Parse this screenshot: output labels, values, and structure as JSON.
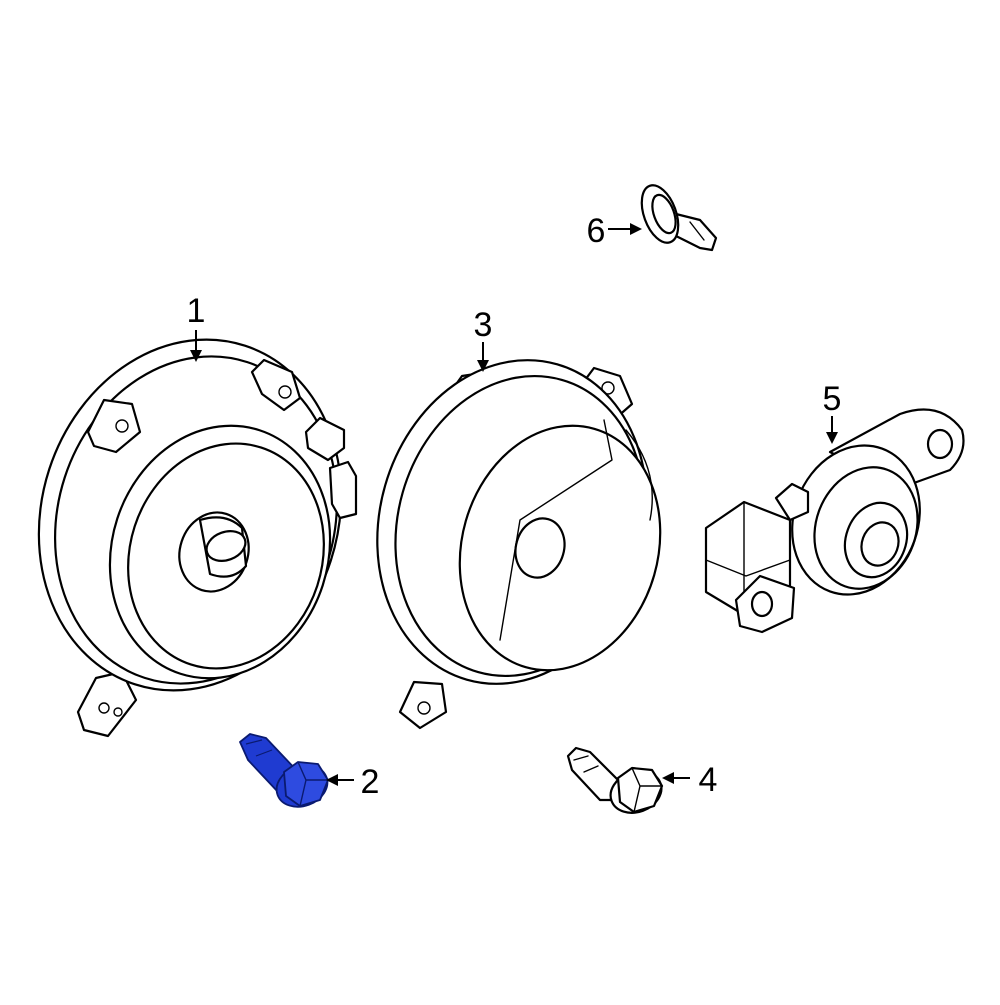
{
  "diagram": {
    "highlight_color": "#1f3bd1",
    "line_color": "#000000",
    "background": "#ffffff",
    "callouts": [
      {
        "id": "1",
        "label": "1",
        "part": "speaker"
      },
      {
        "id": "2",
        "label": "2",
        "part": "bolt",
        "highlighted": true
      },
      {
        "id": "3",
        "label": "3",
        "part": "speaker"
      },
      {
        "id": "4",
        "label": "4",
        "part": "bolt"
      },
      {
        "id": "5",
        "label": "5",
        "part": "tweeter"
      },
      {
        "id": "6",
        "label": "6",
        "part": "push-pin"
      }
    ]
  }
}
